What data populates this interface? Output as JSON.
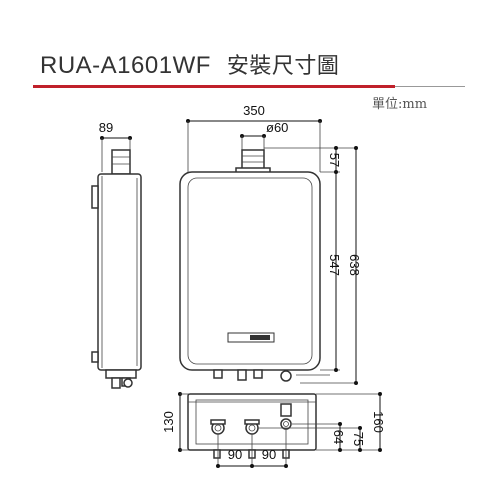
{
  "header": {
    "model": "RUA-A1601WF",
    "title": "安裝尺寸圖",
    "unit": "單位:mm",
    "accent_color": "#c0202a"
  },
  "dimensions": {
    "side_depth": "89",
    "front_width": "350",
    "flue_diameter": "ø60",
    "flue_height": "57",
    "body_height": "547",
    "total_height": "638",
    "bottom_depth": "130",
    "pipe_spacing_left": "90",
    "pipe_spacing_right": "90",
    "pipe_offset_64": "64",
    "pipe_offset_75": "75",
    "bottom_total": "160"
  }
}
